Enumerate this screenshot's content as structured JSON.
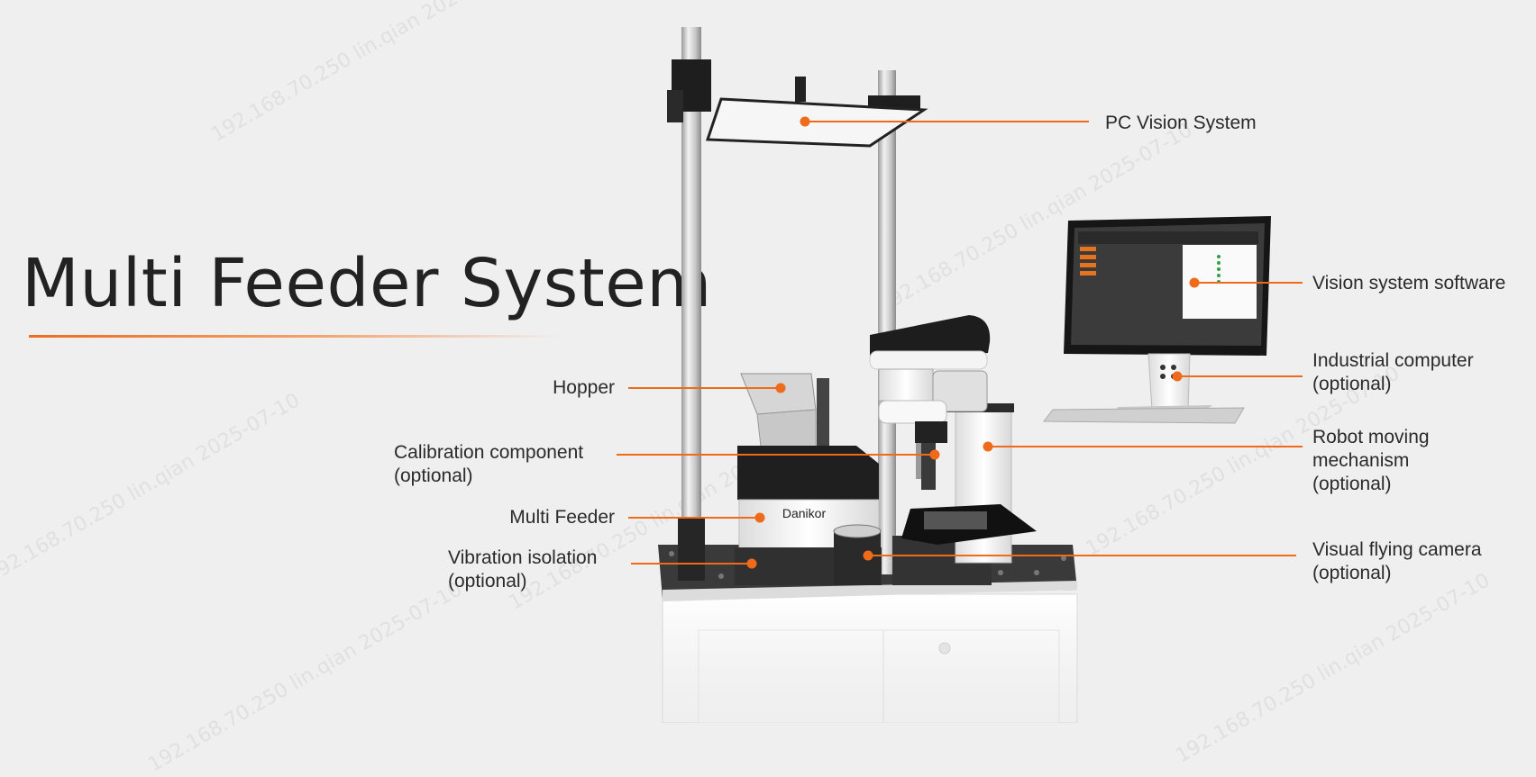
{
  "title": "Multi Feeder System",
  "brand_on_machine": "Danikor",
  "accent_color": "#ef6b1a",
  "watermark": "192.168.70.250  lin.qian  2025-07-10",
  "callouts": [
    {
      "id": "pc-vision",
      "lines": [
        "PC Vision System"
      ]
    },
    {
      "id": "vision-software",
      "lines": [
        "Vision system software"
      ]
    },
    {
      "id": "industrial-computer",
      "lines": [
        "Industrial computer",
        "(optional)"
      ]
    },
    {
      "id": "robot-mechanism",
      "lines": [
        "Robot moving",
        "mechanism",
        "(optional)"
      ]
    },
    {
      "id": "flying-camera",
      "lines": [
        "Visual flying camera",
        "(optional)"
      ]
    },
    {
      "id": "hopper",
      "lines": [
        "Hopper"
      ]
    },
    {
      "id": "calibration",
      "lines": [
        "Calibration component",
        "(optional)"
      ]
    },
    {
      "id": "multi-feeder",
      "lines": [
        "Multi Feeder"
      ]
    },
    {
      "id": "vibration",
      "lines": [
        "Vibration isolation",
        "(optional)"
      ]
    }
  ]
}
